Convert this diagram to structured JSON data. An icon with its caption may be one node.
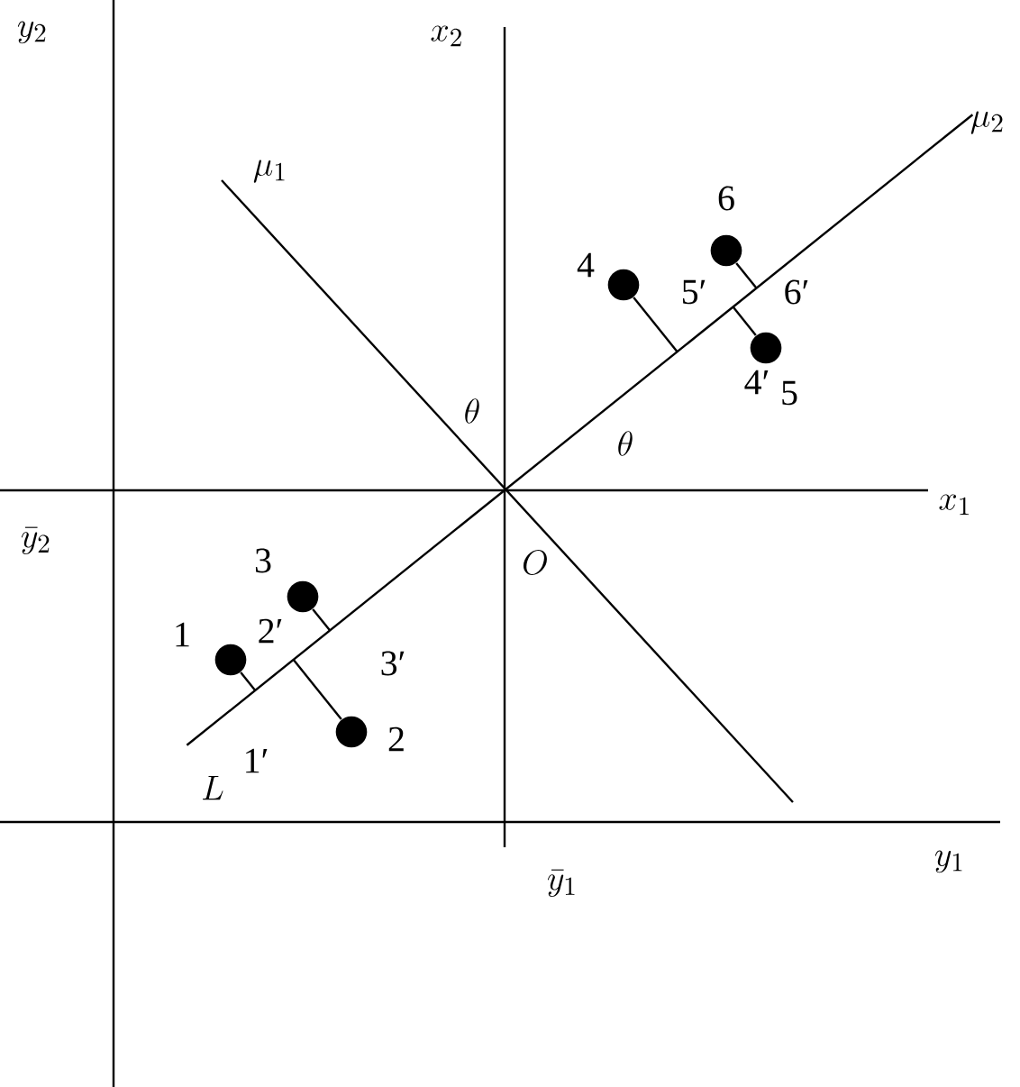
{
  "diagram": {
    "nodes": [
      {
        "text": [],
        "shape": "circle",
        "beside": [
          "1"
        ]
      },
      {
        "text": [],
        "shape": "circle",
        "beside": [
          "2"
        ]
      },
      {
        "text": [],
        "shape": "circle",
        "beside": [
          "3"
        ]
      },
      {
        "text": [],
        "shape": "circle",
        "beside": [
          "4"
        ]
      },
      {
        "text": [],
        "shape": "circle",
        "beside": [
          "5"
        ]
      },
      {
        "text": [],
        "shape": "circle",
        "beside": [
          "6"
        ]
      }
    ],
    "edges": [
      {
        "from": 0,
        "to": null,
        "arrow": "none"
      },
      {
        "from": 1,
        "to": null,
        "arrow": "none"
      },
      {
        "from": 2,
        "to": null,
        "arrow": "none"
      },
      {
        "from": 3,
        "to": null,
        "arrow": "none"
      },
      {
        "from": 4,
        "to": null,
        "arrow": "none"
      },
      {
        "from": 5,
        "to": null,
        "arrow": "none"
      }
    ],
    "labels": [
      "y_2",
      "x_2",
      "\\mu_1",
      "\\mu_2",
      "5′",
      "6′",
      "\\theta",
      "4′",
      "\\theta",
      "x_1",
      "\\bar{y}_2",
      "O",
      "2′",
      "3′",
      "1′",
      "L",
      "\\bar{y}_1",
      "y_1"
    ]
  }
}
